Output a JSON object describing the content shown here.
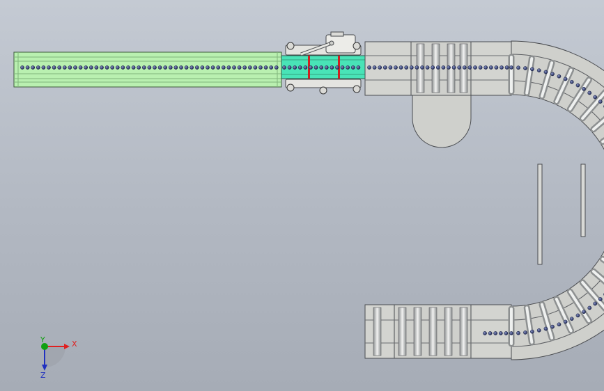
{
  "viewport": {
    "background_top": "#c4cad3",
    "background_bottom": "#a6acb6"
  },
  "colors": {
    "frame_fill": "#cfd0cc",
    "frame_stroke": "#4a4c50",
    "roller_light": "#eef0ef",
    "roller_dark": "#8d9091",
    "chain_bead": "#2a3560",
    "green_section": "#b9f0b0",
    "cyan_section": "#49e3b7",
    "red_divider": "#d02020",
    "axis_x": "#e02020",
    "axis_y": "#10a010",
    "axis_z": "#2030c0"
  },
  "components": [
    {
      "name": "straight-conveyor-green",
      "icon": "straight-conveyor"
    },
    {
      "name": "transfer-cart-unit",
      "icon": "cart-with-wheels"
    },
    {
      "name": "roller-conveyor-upper",
      "icon": "roller-conveyor"
    },
    {
      "name": "semicircular-support-plate",
      "icon": "support-plate"
    },
    {
      "name": "curved-roller-conveyor-180",
      "icon": "curved-conveyor"
    },
    {
      "name": "roller-conveyor-lower",
      "icon": "roller-conveyor"
    }
  ],
  "triad": {
    "x_label": "X",
    "y_label": "Y",
    "z_label": "Z"
  }
}
